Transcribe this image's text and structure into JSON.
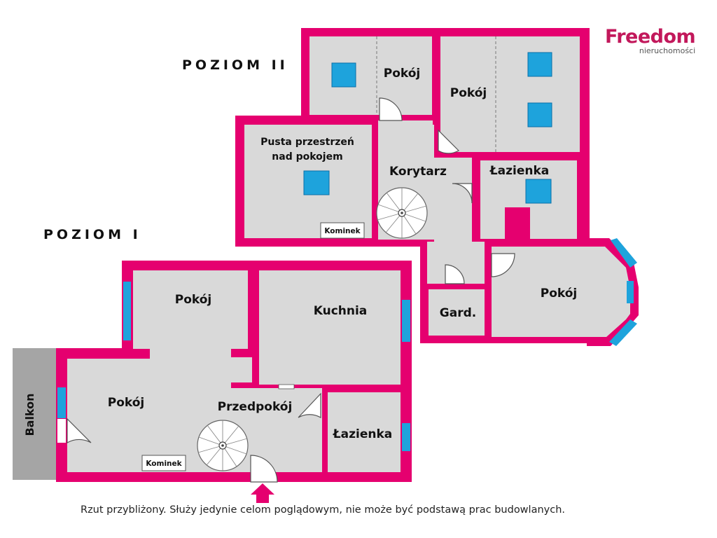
{
  "levels": {
    "upper": "POZIOM  II",
    "lower": "POZIOM  I"
  },
  "brand": {
    "name": "Freedom",
    "sub": "nieruchomości",
    "color": "#c2185b"
  },
  "disclaimer": "Rzut przybliżony. Służy jedynie celom poglądowym, nie może być podstawą prac budowlanych.",
  "colors": {
    "wall": "#e5006f",
    "floor": "#d9d9d9",
    "window": "#1ea3dc",
    "balcony": "#a5a5a5"
  },
  "rooms": {
    "upper_room_1": "Pokój",
    "upper_room_2": "Pokój",
    "void_line1": "Pusta przestrzeń",
    "void_line2": "nad pokojem",
    "corridor": "Korytarz",
    "upper_bathroom": "Łazienka",
    "upper_room_3": "Pokój",
    "wardrobe": "Gard.",
    "lower_room_1": "Pokój",
    "kitchen": "Kuchnia",
    "lower_room_2": "Pokój",
    "hall": "Przedpokój",
    "lower_bathroom": "Łazienka",
    "balcony": "Balkon"
  },
  "fireplaces": {
    "upper": "Kominek",
    "lower": "Kominek"
  },
  "icons": [
    "skylight-icon",
    "spiral-stairs-icon",
    "entrance-arrow-icon",
    "door-swing-icon"
  ]
}
